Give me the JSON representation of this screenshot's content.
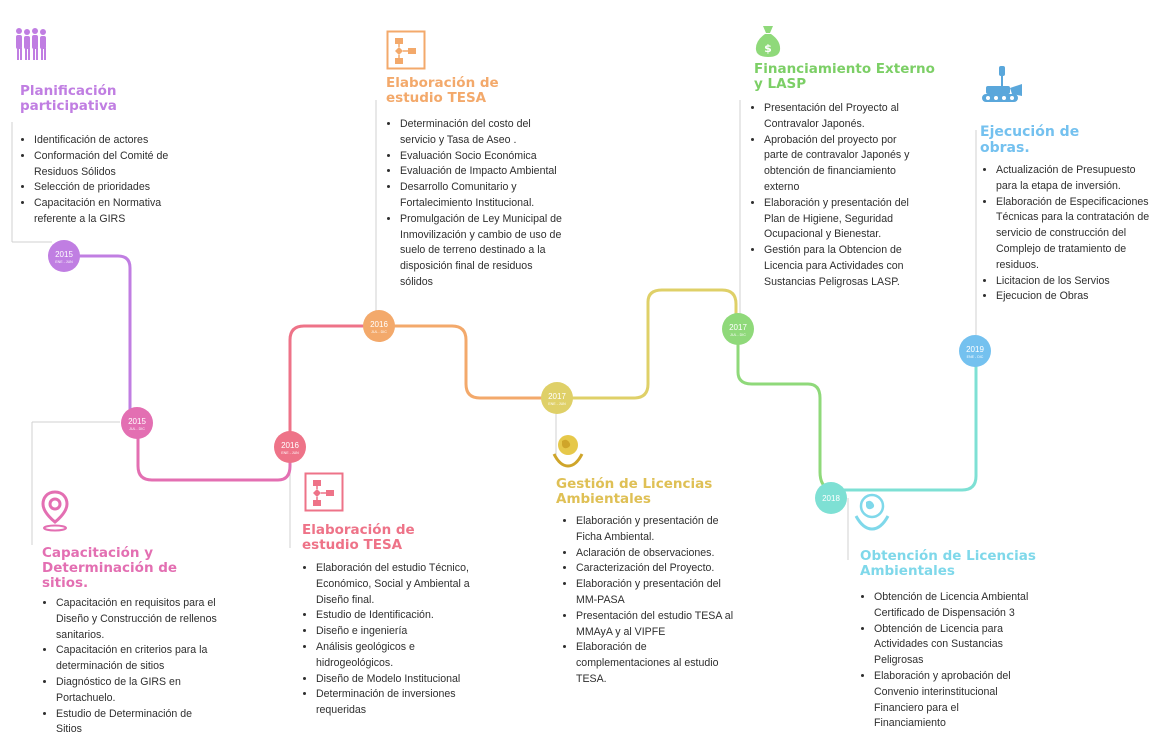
{
  "colors": {
    "purple": "#c07ee2",
    "magenta": "#e36fb2",
    "pink": "#ee7388",
    "orange": "#f3a96b",
    "yellow": "#dfd068",
    "green": "#8fd97a",
    "teal": "#7ee0d4",
    "blue": "#74c1ef"
  },
  "nodes": [
    {
      "year": "2015",
      "sub": "ENE - JUN"
    },
    {
      "year": "2015",
      "sub": "JUL - DIC"
    },
    {
      "year": "2016",
      "sub": "ENE - JUN"
    },
    {
      "year": "2016",
      "sub": "JUL - DIC"
    },
    {
      "year": "2017",
      "sub": "ENE - JUN"
    },
    {
      "year": "2017",
      "sub": "JUL - DIC"
    },
    {
      "year": "2018",
      "sub": ""
    },
    {
      "year": "2019",
      "sub": "ENE - DIC"
    }
  ],
  "stages": [
    {
      "icon": "people-icon",
      "title": "Planificación\nparticipativa",
      "items": [
        "Identificación de actores",
        "Conformación del Comité de\nResiduos Sólidos",
        "Selección de prioridades",
        "Capacitación en Normativa\nreferente a la GIRS"
      ]
    },
    {
      "icon": "location-pin-icon",
      "title": "Capacitación y\nDeterminación de\nsitios.",
      "items": [
        "Capacitación en requisitos para el\nDiseño y Construcción de rellenos\nsanitarios.",
        "Capacitación en criterios para la\ndeterminación de sitios",
        "Diagnóstico de la GIRS en\nPortachuelo.",
        "Estudio de Determinación de\nSitios"
      ]
    },
    {
      "icon": "flowchart-icon",
      "title": "Elaboración de\nestudio TESA",
      "items": [
        "Elaboración del estudio Técnico,\nEconómico, Social y Ambiental a\nDiseño final.",
        "Estudio de Identificación.",
        "Diseño e ingeniería",
        "Análisis geológicos e\nhidrogeológicos.",
        "Diseño de Modelo Institucional",
        "Determinación de inversiones\nrequeridas"
      ]
    },
    {
      "icon": "flowchart-icon",
      "title": "Elaboración de\nestudio TESA",
      "items": [
        "Determinación del costo del\nservicio y Tasa de Aseo .",
        "Evaluación Socio Económica",
        "Evaluación de Impacto Ambiental",
        "Desarrollo Comunitario y\nFortalecimiento Institucional.",
        "Promulgación de Ley Municipal de\nInmovilización y cambio de uso de\nsuelo de terreno destinado a la\ndisposición final de residuos\nsólidos"
      ]
    },
    {
      "icon": "globe-hand-icon",
      "title": "Gestión de Licencias\nAmbientales",
      "items": [
        "Elaboración y presentación de\nFicha Ambiental.",
        "Aclaración de observaciones.",
        "Caracterización del Proyecto.",
        "Elaboración y presentación del\nMM-PASA",
        "Presentación del estudio TESA  al\nMMAyA y al VIPFE",
        "Elaboración de\ncomplementaciones al estudio\nTESA."
      ]
    },
    {
      "icon": "money-bag-icon",
      "title": "Financiamiento Externo\ny LASP",
      "items": [
        "Presentación del Proyecto al\nContravalor Japonés.",
        "Aprobación del proyecto por\nparte de contravalor Japonés  y\nobtención de financiamiento\nexterno",
        "Elaboración y presentación del\nPlan de Higiene, Seguridad\nOcupacional y Bienestar.",
        "Gestión para la Obtencion de\nLicencia para Actividades con\nSustancias Peligrosas LASP."
      ]
    },
    {
      "icon": "globe-hand-icon",
      "title": "Obtención de Licencias\nAmbientales",
      "items": [
        "Obtención de Licencia Ambiental\nCertificado de Dispensación 3",
        "Obtención de Licencia para\nActividades con Sustancias\nPeligrosas",
        "Elaboración y aprobación  del\nConvenio interinstitucional\nFinanciero para el\nFinanciamiento"
      ]
    },
    {
      "icon": "construction-icon",
      "title": "Ejecución de\nobras.",
      "items": [
        "Actualización de Presupuesto\npara la etapa de inversión.",
        "Elaboración de Especificaciones\nTécnicas para la contratación de\nservicio de construcción del\nComplejo de tratamiento de\nresiduos.",
        "Licitacion de los Servios",
        "Ejecucion de Obras"
      ]
    }
  ]
}
